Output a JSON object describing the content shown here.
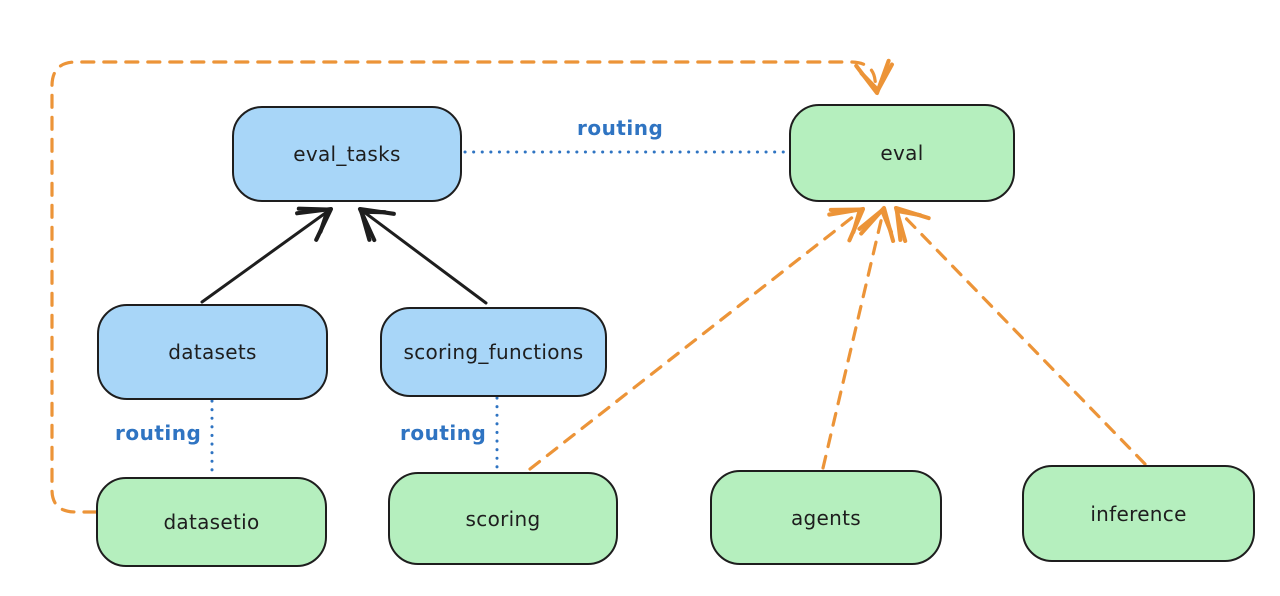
{
  "diagram": {
    "background": "#ffffff",
    "colors": {
      "api_box_fill": "#a8d6f8",
      "provider_box_fill": "#b5efbe",
      "stroke": "#1e1e1e",
      "routing_blue": "#2f74c2",
      "orange": "#ec9438"
    },
    "nodes": [
      {
        "id": "eval_tasks",
        "label": "eval_tasks",
        "kind": "blue"
      },
      {
        "id": "eval",
        "label": "eval",
        "kind": "green"
      },
      {
        "id": "datasets",
        "label": "datasets",
        "kind": "blue"
      },
      {
        "id": "scoring_functions",
        "label": "scoring_functions",
        "kind": "blue"
      },
      {
        "id": "datasetio",
        "label": "datasetio",
        "kind": "green"
      },
      {
        "id": "scoring",
        "label": "scoring",
        "kind": "green"
      },
      {
        "id": "agents",
        "label": "agents",
        "kind": "green"
      },
      {
        "id": "inference",
        "label": "inference",
        "kind": "green"
      }
    ],
    "edge_labels": {
      "eval_tasks_to_eval": "routing",
      "datasets_to_datasetio": "routing",
      "scoring_functions_to_scoring": "routing"
    },
    "edges": [
      {
        "from": "datasets",
        "to": "eval_tasks",
        "style": "solid-black-arrow",
        "label": ""
      },
      {
        "from": "scoring_functions",
        "to": "eval_tasks",
        "style": "solid-black-arrow",
        "label": ""
      },
      {
        "from": "eval_tasks",
        "to": "eval",
        "style": "dotted-blue",
        "label": "routing"
      },
      {
        "from": "datasets",
        "to": "datasetio",
        "style": "dotted-blue",
        "label": "routing"
      },
      {
        "from": "scoring_functions",
        "to": "scoring",
        "style": "dotted-blue",
        "label": "routing"
      },
      {
        "from": "datasetio",
        "to": "eval",
        "style": "dashed-orange-arrow",
        "label": ""
      },
      {
        "from": "scoring",
        "to": "eval",
        "style": "dashed-orange-arrow",
        "label": ""
      },
      {
        "from": "agents",
        "to": "eval",
        "style": "dashed-orange-arrow",
        "label": ""
      },
      {
        "from": "inference",
        "to": "eval",
        "style": "dashed-orange-arrow",
        "label": ""
      }
    ]
  }
}
